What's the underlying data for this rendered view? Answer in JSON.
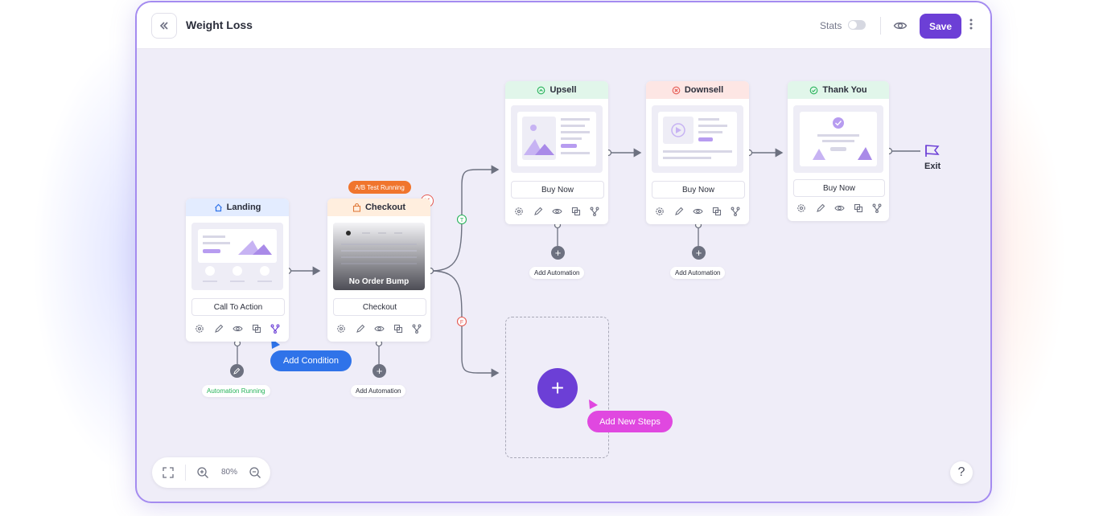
{
  "app": {
    "title": "Weight Loss"
  },
  "header": {
    "back_icon": "chevrons-left-icon",
    "stats_label": "Stats",
    "stats_enabled": false,
    "save_label": "Save"
  },
  "colors": {
    "primary": "#6c3fd6",
    "condition_blue": "#2f73e9",
    "new_steps_pink": "#e048e0",
    "ab_orange": "#f0752d"
  },
  "nodes": {
    "landing": {
      "title": "Landing",
      "button": "Call To Action",
      "automation_status": "Automation Running"
    },
    "checkout": {
      "title": "Checkout",
      "button": "Checkout",
      "badge": "A/B Test Running",
      "overlay": "No Order Bump",
      "automation": "Add Automation"
    },
    "upsell": {
      "title": "Upsell",
      "button": "Buy Now",
      "automation": "Add Automation"
    },
    "downsell": {
      "title": "Downsell",
      "button": "Buy Now",
      "automation": "Add Automation"
    },
    "thankyou": {
      "title": "Thank You",
      "button": "Buy Now"
    }
  },
  "branches": {
    "true_marker": "T",
    "false_marker": "F"
  },
  "exit": {
    "label": "Exit"
  },
  "actions": {
    "add_condition": "Add Condition",
    "add_new_steps": "Add New Steps",
    "add_steps_plus": "+"
  },
  "zoom": {
    "value": "80%"
  },
  "help": {
    "label": "?"
  }
}
